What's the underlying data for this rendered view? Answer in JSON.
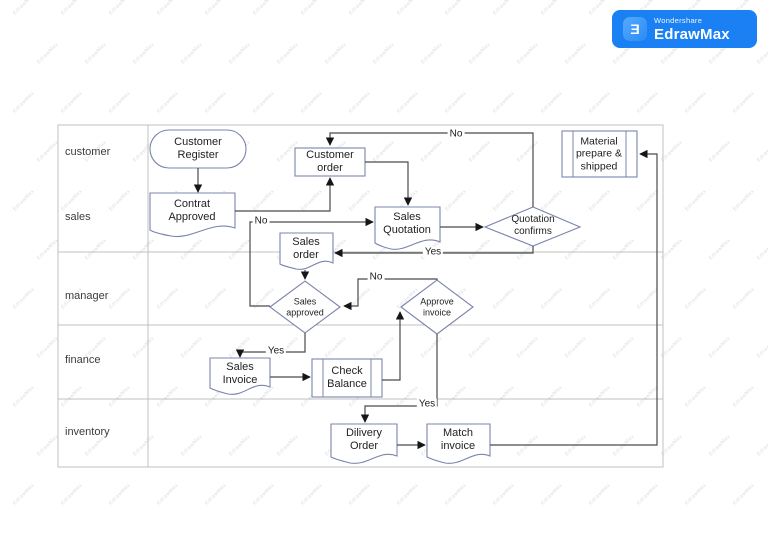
{
  "logo": {
    "brand": "Wondershare",
    "product": "EdrawMax",
    "bg_color": "#1a80f3"
  },
  "watermark": {
    "text": "EdrawMax"
  },
  "colors": {
    "shape_border": "#7b84ad",
    "connector": "#4b4b4b",
    "grid": "#c0c0c0",
    "brand_blue": "#1a80f3"
  },
  "lanes": {
    "customer": "customer",
    "sales": "sales",
    "manager": "manager",
    "finance": "finance",
    "inventory": "inventory"
  },
  "nodes": {
    "customer_register": "Customer Register",
    "contrat_approved": "Contrat Approved",
    "customer_order": "Customer order",
    "sales_quotation": "Sales Quotation",
    "quotation_confirms": "Quotation confirms",
    "material_prepare_shipped": "Material prepare & shipped",
    "sales_order": "Sales order",
    "sales_approved": "Sales approved",
    "approve_invoice": "Approve invoice",
    "sales_invoice": "Sales Invoice",
    "check_balance": "Check Balance",
    "dilivery_order": "Dilivery Order",
    "match_invoice": "Match invoice"
  },
  "edge_labels": {
    "quotation_no": "No",
    "quotation_yes": "Yes",
    "sales_approved_no": "No",
    "sales_approved_yes": "Yes",
    "approve_invoice_no": "No",
    "approve_invoice_yes": "Yes"
  }
}
